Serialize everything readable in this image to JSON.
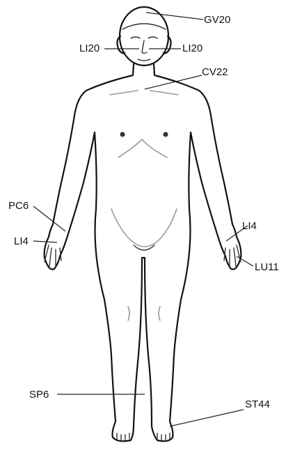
{
  "points": [
    {
      "key": "gv20",
      "label": "GV20"
    },
    {
      "key": "li20_left",
      "label": "LI20"
    },
    {
      "key": "li20_right",
      "label": "LI20"
    },
    {
      "key": "cv22",
      "label": "CV22"
    },
    {
      "key": "pc6",
      "label": "PC6"
    },
    {
      "key": "li4_left",
      "label": "LI4"
    },
    {
      "key": "li4_right",
      "label": "LI4"
    },
    {
      "key": "lu11",
      "label": "LU11"
    },
    {
      "key": "sp6",
      "label": "SP6"
    },
    {
      "key": "st44",
      "label": "ST44"
    }
  ]
}
